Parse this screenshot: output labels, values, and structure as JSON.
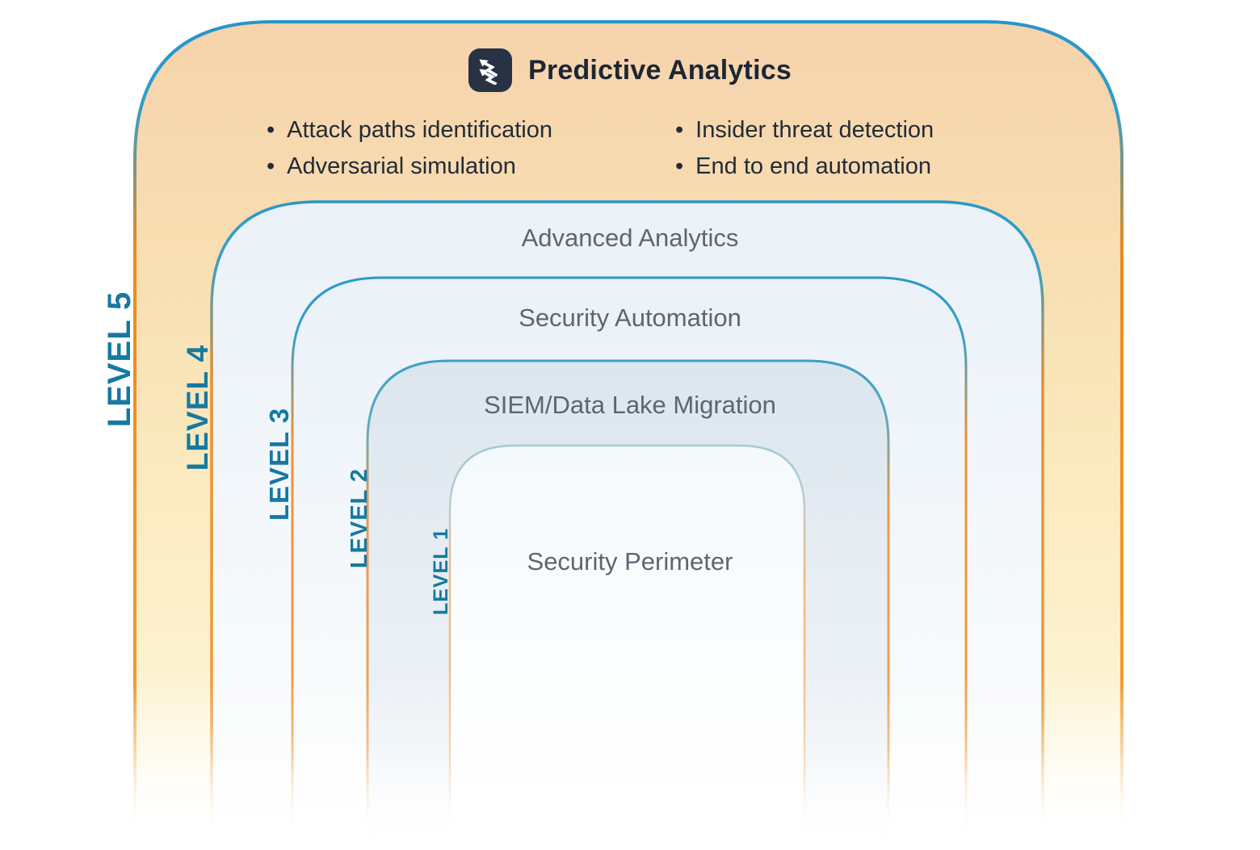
{
  "diagram": {
    "bullet_char": "•",
    "levels": [
      {
        "label": "LEVEL 5",
        "title": "Predictive Analytics",
        "bullets_left": [
          "Attack paths identification",
          "Adversarial simulation"
        ],
        "bullets_right": [
          "Insider threat detection",
          "End to end automation"
        ]
      },
      {
        "label": "LEVEL 4",
        "title": "Advanced Analytics"
      },
      {
        "label": "LEVEL 3",
        "title": "Security Automation"
      },
      {
        "label": "LEVEL 2",
        "title": "SIEM/Data Lake Migration"
      },
      {
        "label": "LEVEL 1",
        "title": "Security Perimeter"
      }
    ],
    "colors": {
      "top_border_blue": "#2a97c8",
      "side_border_orange": "#ee8b1f",
      "level_label_teal": "#1679a1",
      "level5_fill_peach": "#f6d3ac",
      "level5_fill_yellow": "#fdf2cf",
      "outer_ring_fill_light_blue": "#eaf1f8",
      "level2_fill_blue_gray": "#dce6ee",
      "ring_title_gray": "#5d6670",
      "text_dark_navy": "#1f2937",
      "logo_background": "#273244"
    }
  }
}
